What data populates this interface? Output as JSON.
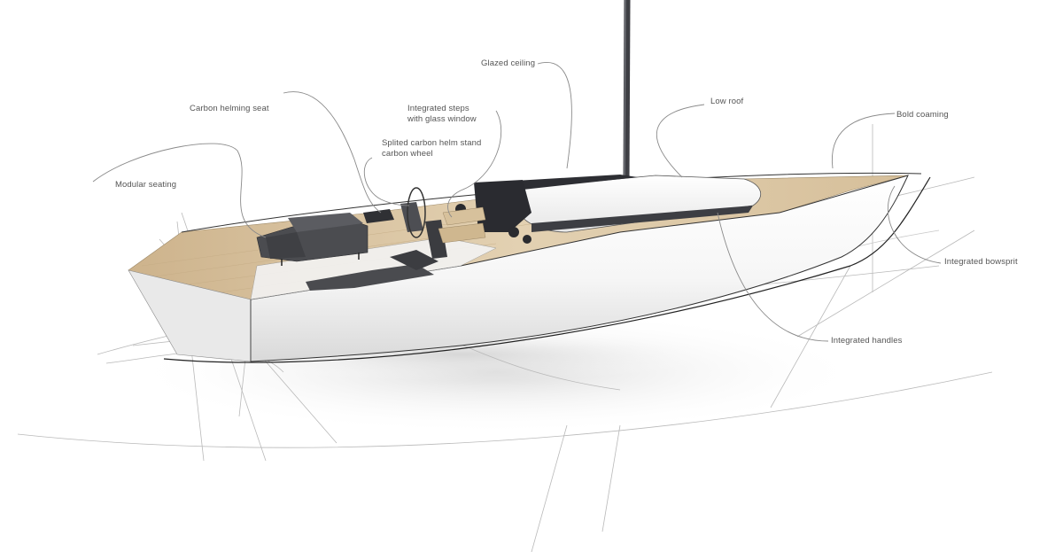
{
  "annotations": {
    "modular_seating": "Modular seating",
    "carbon_helming_seat": "Carbon helming seat",
    "integrated_steps": [
      "Integrated steps",
      "with glass window"
    ],
    "splited_helm": [
      "Splited carbon helm stand",
      "carbon wheel"
    ],
    "glazed_ceiling": "Glazed ceiling",
    "low_roof": "Low roof",
    "bold_coaming": "Bold coaming",
    "integrated_bowsprit": "Integrated bowsprit",
    "integrated_handles": "Integrated handles"
  },
  "colors": {
    "hull": "#fdfdfd",
    "deck_wood": "#d9c3a0",
    "cushion": "#4b4c50",
    "sketch_line": "#8a8a8a",
    "label": "#555555"
  }
}
